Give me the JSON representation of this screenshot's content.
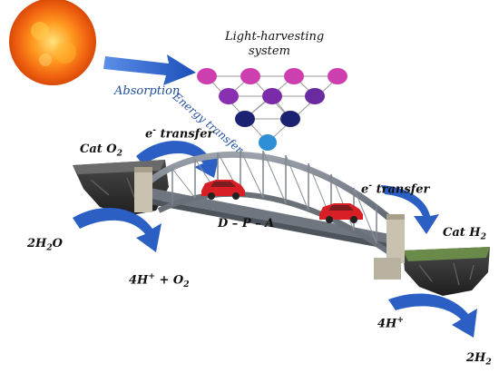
{
  "labels": {
    "light_harvesting_1": "Light-harvesting",
    "light_harvesting_2": "system",
    "absorption": "Absorption",
    "energy_transfer": "Energy transfer",
    "e_transfer_left_e": "e",
    "e_transfer_left_sup": "-",
    "e_transfer_left_word": " transfer",
    "e_transfer_right_e": "e",
    "e_transfer_right_sup": "-",
    "e_transfer_right_word": " transfer",
    "cat_o2_main": "Cat O",
    "cat_o2_sub": "2",
    "cat_h2_main": "Cat H",
    "cat_h2_sub": "2",
    "dpa": "D – P – A",
    "h2o_coef": "2H",
    "h2o_sub": "2",
    "h2o_tail": "O",
    "proton_o2_a": "4H",
    "proton_o2_sup": "+",
    "proton_o2_b": " + O",
    "proton_o2_sub": "2",
    "proton_h_a": "4H",
    "proton_h_sup": "+",
    "h2_coef": "2H",
    "h2_sub": "2"
  },
  "colors": {
    "arrow_blue": "#2c5fc4",
    "node_magenta": "#cc3fae",
    "node_purple": "#7b2aa8",
    "node_navy": "#1c2272",
    "node_cyan": "#2f8fd6",
    "bridge_steel": "#6f7680",
    "car_red": "#d81f26"
  },
  "icons": [
    "sun-icon",
    "car-icon",
    "rock-platform-icon",
    "bridge-icon"
  ]
}
